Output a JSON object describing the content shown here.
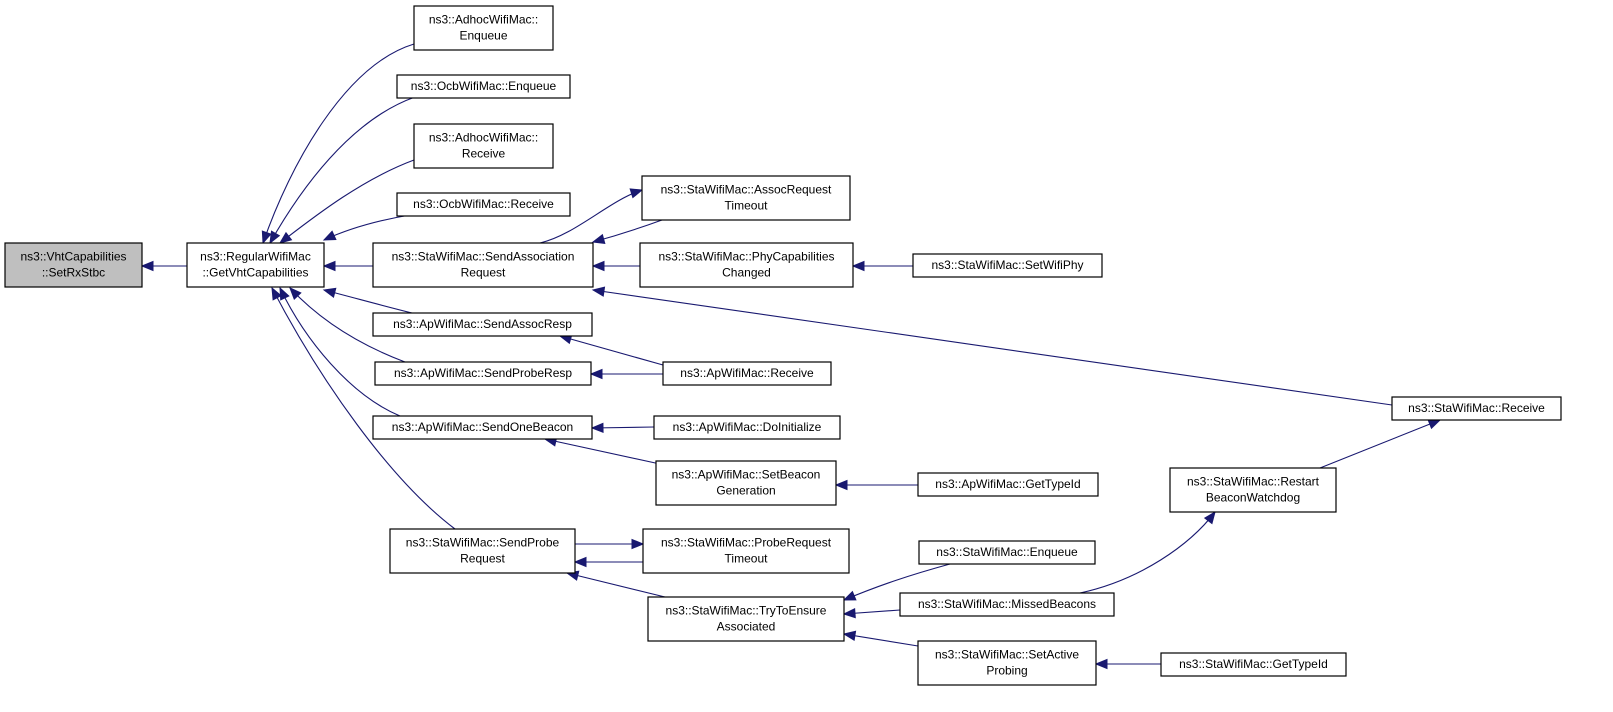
{
  "graph": {
    "edge_color": "#191970",
    "root_fill": "#bfbfbf",
    "nodes": [
      {
        "id": "root",
        "lines": [
          "ns3::VhtCapabilities",
          "::SetRxStbc"
        ]
      },
      {
        "id": "getvht",
        "lines": [
          "ns3::RegularWifiMac",
          "::GetVhtCapabilities"
        ]
      },
      {
        "id": "adhoc_enq",
        "lines": [
          "ns3::AdhocWifiMac::",
          "Enqueue"
        ]
      },
      {
        "id": "ocb_enq",
        "lines": [
          "ns3::OcbWifiMac::Enqueue"
        ]
      },
      {
        "id": "adhoc_recv",
        "lines": [
          "ns3::AdhocWifiMac::",
          "Receive"
        ]
      },
      {
        "id": "ocb_recv",
        "lines": [
          "ns3::OcbWifiMac::Receive"
        ]
      },
      {
        "id": "sta_sendassoc",
        "lines": [
          "ns3::StaWifiMac::SendAssociation",
          "Request"
        ]
      },
      {
        "id": "ap_sendassocresp",
        "lines": [
          "ns3::ApWifiMac::SendAssocResp"
        ]
      },
      {
        "id": "ap_sendproberesp",
        "lines": [
          "ns3::ApWifiMac::SendProbeResp"
        ]
      },
      {
        "id": "ap_sendbeacon",
        "lines": [
          "ns3::ApWifiMac::SendOneBeacon"
        ]
      },
      {
        "id": "sta_sendprobe",
        "lines": [
          "ns3::StaWifiMac::SendProbe",
          "Request"
        ]
      },
      {
        "id": "sta_assoctimeout",
        "lines": [
          "ns3::StaWifiMac::AssocRequest",
          "Timeout"
        ]
      },
      {
        "id": "sta_phycap",
        "lines": [
          "ns3::StaWifiMac::PhyCapabilities",
          "Changed"
        ]
      },
      {
        "id": "sta_setwifiphy",
        "lines": [
          "ns3::StaWifiMac::SetWifiPhy"
        ]
      },
      {
        "id": "ap_recv",
        "lines": [
          "ns3::ApWifiMac::Receive"
        ]
      },
      {
        "id": "ap_doinit",
        "lines": [
          "ns3::ApWifiMac::DoInitialize"
        ]
      },
      {
        "id": "ap_setbeacon",
        "lines": [
          "ns3::ApWifiMac::SetBeacon",
          "Generation"
        ]
      },
      {
        "id": "ap_gettypeid",
        "lines": [
          "ns3::ApWifiMac::GetTypeId"
        ]
      },
      {
        "id": "sta_probetimeout",
        "lines": [
          "ns3::StaWifiMac::ProbeRequest",
          "Timeout"
        ]
      },
      {
        "id": "sta_trytoensure",
        "lines": [
          "ns3::StaWifiMac::TryToEnsure",
          "Associated"
        ]
      },
      {
        "id": "sta_enqueue",
        "lines": [
          "ns3::StaWifiMac::Enqueue"
        ]
      },
      {
        "id": "sta_missedbeacons",
        "lines": [
          "ns3::StaWifiMac::MissedBeacons"
        ]
      },
      {
        "id": "sta_setactive",
        "lines": [
          "ns3::StaWifiMac::SetActive",
          "Probing"
        ]
      },
      {
        "id": "sta_gettypeid",
        "lines": [
          "ns3::StaWifiMac::GetTypeId"
        ]
      },
      {
        "id": "sta_restart",
        "lines": [
          "ns3::StaWifiMac::Restart",
          "BeaconWatchdog"
        ]
      },
      {
        "id": "sta_receive",
        "lines": [
          "ns3::StaWifiMac::Receive"
        ]
      }
    ],
    "edges": [
      {
        "from": "getvht",
        "to": "root"
      },
      {
        "from": "adhoc_enq",
        "to": "getvht"
      },
      {
        "from": "ocb_enq",
        "to": "getvht"
      },
      {
        "from": "adhoc_recv",
        "to": "getvht"
      },
      {
        "from": "ocb_recv",
        "to": "getvht"
      },
      {
        "from": "sta_sendassoc",
        "to": "getvht"
      },
      {
        "from": "ap_sendassocresp",
        "to": "getvht"
      },
      {
        "from": "ap_sendproberesp",
        "to": "getvht"
      },
      {
        "from": "ap_sendbeacon",
        "to": "getvht"
      },
      {
        "from": "sta_sendprobe",
        "to": "getvht"
      },
      {
        "from": "sta_sendassoc",
        "to": "sta_assoctimeout"
      },
      {
        "from": "sta_assoctimeout",
        "to": "sta_sendassoc"
      },
      {
        "from": "sta_phycap",
        "to": "sta_sendassoc"
      },
      {
        "from": "sta_receive",
        "to": "sta_sendassoc"
      },
      {
        "from": "sta_setwifiphy",
        "to": "sta_phycap"
      },
      {
        "from": "ap_recv",
        "to": "ap_sendassocresp"
      },
      {
        "from": "ap_recv",
        "to": "ap_sendproberesp"
      },
      {
        "from": "ap_doinit",
        "to": "ap_sendbeacon"
      },
      {
        "from": "ap_setbeacon",
        "to": "ap_sendbeacon"
      },
      {
        "from": "ap_gettypeid",
        "to": "ap_setbeacon"
      },
      {
        "from": "sta_sendprobe",
        "to": "sta_probetimeout"
      },
      {
        "from": "sta_probetimeout",
        "to": "sta_sendprobe"
      },
      {
        "from": "sta_trytoensure",
        "to": "sta_sendprobe"
      },
      {
        "from": "sta_enqueue",
        "to": "sta_trytoensure"
      },
      {
        "from": "sta_missedbeacons",
        "to": "sta_trytoensure"
      },
      {
        "from": "sta_setactive",
        "to": "sta_trytoensure"
      },
      {
        "from": "sta_gettypeid",
        "to": "sta_setactive"
      },
      {
        "from": "sta_missedbeacons",
        "to": "sta_restart"
      },
      {
        "from": "sta_restart",
        "to": "sta_receive"
      }
    ]
  }
}
